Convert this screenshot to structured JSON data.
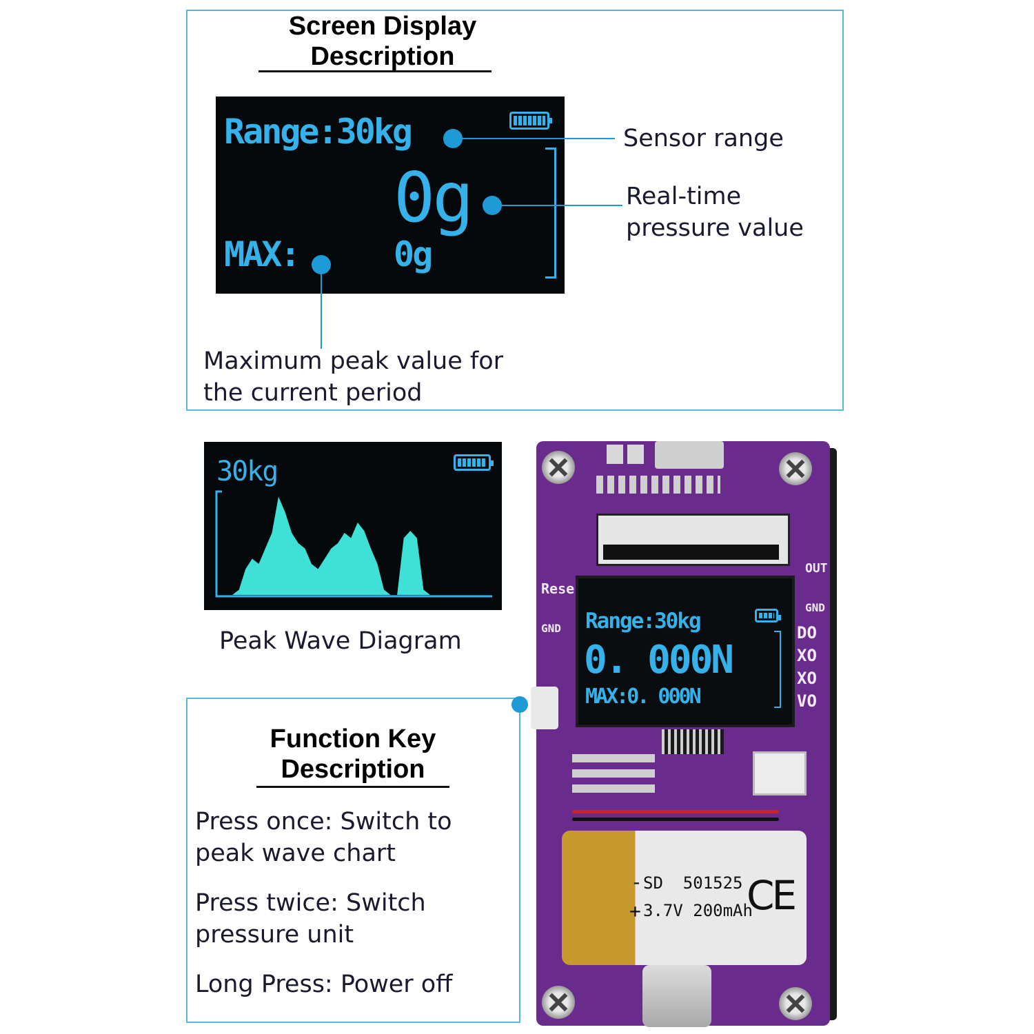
{
  "top_panel": {
    "heading_line1": "Screen Display",
    "heading_line2": "Description",
    "oled": {
      "range_text": "Range:30kg",
      "value_text": "0g",
      "max_label": "MAX:",
      "max_value": "0g"
    },
    "callouts": {
      "sensor_range": "Sensor range",
      "realtime_line1": "Real-time",
      "realtime_line2": "pressure value",
      "peak_line1": "Maximum peak value for",
      "peak_line2": "the current period"
    }
  },
  "wave": {
    "range_text": "30kg",
    "caption": "Peak Wave Diagram",
    "profile": [
      0,
      0,
      0,
      0.05,
      0.25,
      0.35,
      0.3,
      0.45,
      0.6,
      0.95,
      0.8,
      0.6,
      0.5,
      0.45,
      0.3,
      0.25,
      0.35,
      0.45,
      0.5,
      0.6,
      0.55,
      0.7,
      0.62,
      0.45,
      0.3,
      0.05,
      0,
      0,
      0.55,
      0.62,
      0.55,
      0.05,
      0,
      0,
      0,
      0,
      0,
      0,
      0,
      0,
      0,
      0
    ]
  },
  "bottom_panel": {
    "heading_line1": "Function Key",
    "heading_line2": "Description",
    "items": [
      {
        "line1": "Press once: Switch to",
        "line2": "peak wave chart"
      },
      {
        "line1": "Press twice: Switch",
        "line2": "pressure unit"
      },
      {
        "line1": "Long Press: Power off",
        "line2": ""
      }
    ]
  },
  "device": {
    "screen": {
      "range_text": "Range:30kg",
      "value_text": "0. 000N",
      "max_text": "MAX:0. 000N"
    },
    "silkscreen": {
      "reset": "Rese",
      "gnd_left": "GND",
      "out": "OUT",
      "gnd_right": "GND",
      "pins": [
        "DO",
        "XO",
        "XO",
        "VO"
      ]
    },
    "battery": {
      "line1": "SD  501525",
      "line2": "3.7V 200mAh",
      "minus": "-",
      "plus": "+",
      "mark": "CE"
    }
  },
  "colors": {
    "accent": "#1e9ad6",
    "panel_border": "#5ab8d8",
    "oled_text": "#36b2ea",
    "wave_fill": "#3fe0d6",
    "board": "#6a2c8c"
  }
}
